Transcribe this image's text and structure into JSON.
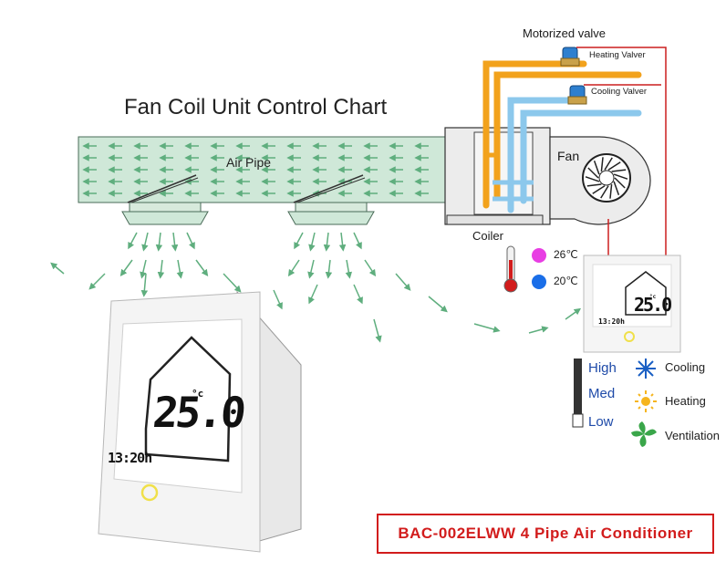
{
  "title": "Fan Coil Unit Control Chart",
  "air_pipe_label": "Air Pipe",
  "valves": {
    "header": "Motorized valve",
    "heating": "Heating Valver",
    "cooling": "Cooling Valver"
  },
  "fan_label": "Fan",
  "coiler_label": "Coiler",
  "temperatures": {
    "hot": "26℃",
    "cold": "20℃"
  },
  "fan_speeds": [
    "High",
    "Med",
    "Low"
  ],
  "modes": [
    "Cooling",
    "Heating",
    "Ventilation"
  ],
  "thermostat_display": {
    "temperature": "25.0",
    "unit": "°c",
    "time": "13:20h"
  },
  "product_banner": "BAC-002ELWW 4 Pipe Air Conditioner",
  "colors": {
    "heating_pipe": "#f2a21c",
    "cooling_pipe": "#8cc8ec",
    "air_pipe_fill": "#cfe8d8",
    "air_arrows": "#5fae7e",
    "wiring": "#cc1f1f",
    "banner": "#d21c1c",
    "hot_dot": "#e83ee3",
    "cold_dot": "#1a6ee8",
    "speed_text": "#1e4aa8"
  },
  "icons": {
    "cooling": "snowflake-icon",
    "heating": "sun-icon",
    "ventilation": "fan-blades-icon",
    "thermometer": "thermometer-icon",
    "fan_speed": "fan-speed-bar-icon"
  }
}
